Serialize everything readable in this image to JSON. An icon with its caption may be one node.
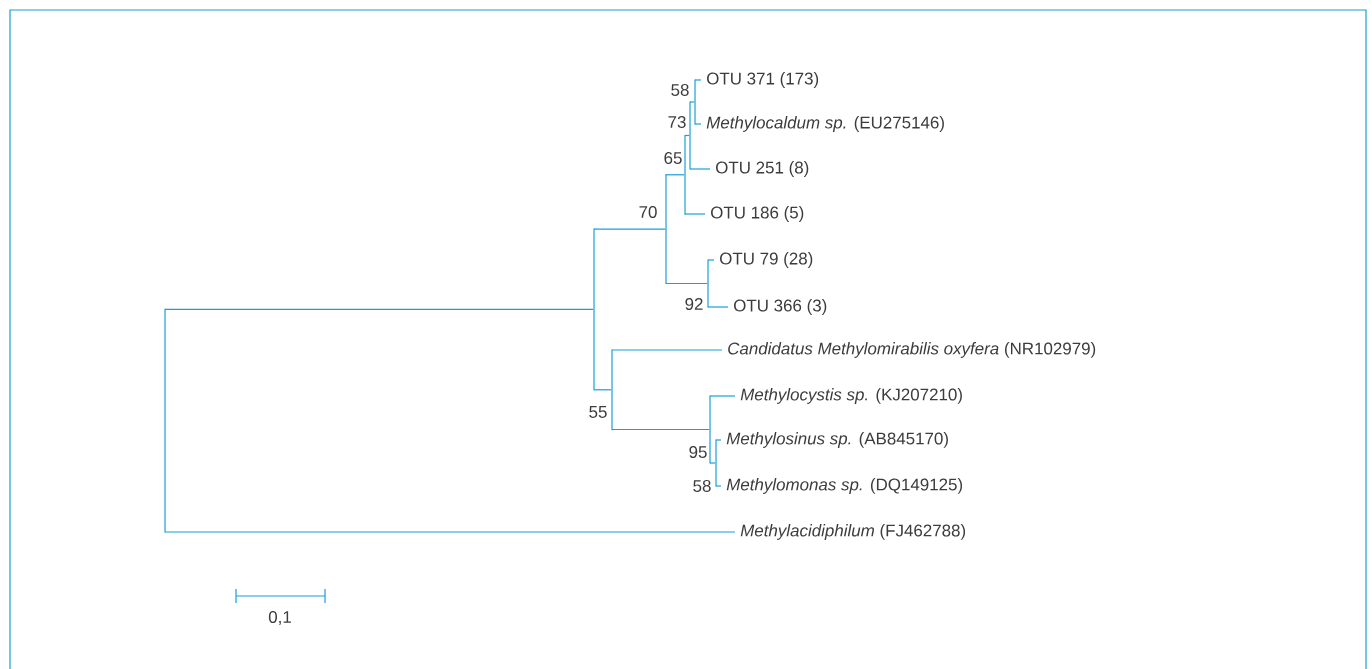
{
  "diagram": {
    "nodes": [
      {
        "text": [],
        "shape": "bar"
      },
      {
        "text": [],
        "shape": "bar"
      },
      {
        "text": [],
        "shape": "bar",
        "beside": [
          "70"
        ]
      },
      {
        "text": [],
        "shape": "bar",
        "beside": [
          "65"
        ]
      },
      {
        "text": [],
        "shape": "bar",
        "beside": [
          "73"
        ]
      },
      {
        "text": [],
        "shape": "bar",
        "beside": [
          "58"
        ]
      },
      {
        "text": [
          "OTU 371  (173)"
        ]
      },
      {
        "text": [
          "*Methylocaldum  sp.* (EU275146)"
        ]
      },
      {
        "text": [
          "OTU 251  (8)"
        ]
      },
      {
        "text": [
          "OTU 186 (5)"
        ]
      },
      {
        "text": [],
        "shape": "bar",
        "beside": [
          "92"
        ]
      },
      {
        "text": [
          "OTU 79  (28)"
        ]
      },
      {
        "text": [
          "OTU 366  (3)"
        ]
      },
      {
        "text": [],
        "shape": "bar",
        "beside": [
          "55"
        ]
      },
      {
        "text": [
          "*Candidatus Methylomirabilis oxyfera* (NR102979)"
        ]
      },
      {
        "text": [],
        "shape": "bar"
      },
      {
        "text": [
          "*Methylocystis sp.*  (KJ207210)"
        ]
      },
      {
        "text": [],
        "shape": "bar",
        "beside": [
          "95"
        ]
      },
      {
        "text": [
          "*Methylosinus sp.*  (AB845170)"
        ]
      },
      {
        "text": [
          "*Methylomonas sp.* (DQ149125)"
        ]
      },
      {
        "text": [
          "*Methylacidiphilum*  (FJ462788)"
        ]
      }
    ],
    "edges": [
      {
        "from": 0,
        "to": 1,
        "arrow": "none"
      },
      {
        "from": 0,
        "to": 20,
        "arrow": "none"
      },
      {
        "from": 1,
        "to": 2,
        "arrow": "none"
      },
      {
        "from": 1,
        "to": 13,
        "arrow": "none"
      },
      {
        "from": 2,
        "to": 3,
        "arrow": "none"
      },
      {
        "from": 2,
        "to": 10,
        "arrow": "none"
      },
      {
        "from": 3,
        "to": 4,
        "arrow": "none"
      },
      {
        "from": 3,
        "to": 9,
        "arrow": "none"
      },
      {
        "from": 4,
        "to": 5,
        "arrow": "none"
      },
      {
        "from": 4,
        "to": 8,
        "arrow": "none"
      },
      {
        "from": 5,
        "to": 6,
        "arrow": "none"
      },
      {
        "from": 5,
        "to": 7,
        "arrow": "none"
      },
      {
        "from": 10,
        "to": 11,
        "arrow": "none"
      },
      {
        "from": 10,
        "to": 12,
        "arrow": "none"
      },
      {
        "from": 13,
        "to": 14,
        "arrow": "none"
      },
      {
        "from": 13,
        "to": 15,
        "arrow": "none"
      },
      {
        "from": 15,
        "to": 16,
        "arrow": "none"
      },
      {
        "from": 15,
        "to": 17,
        "arrow": "none"
      },
      {
        "from": 17,
        "to": 18,
        "arrow": "none"
      },
      {
        "from": 17,
        "to": 19,
        "arrow": "none"
      }
    ],
    "labels": [
      "58",
      "0,1"
    ]
  }
}
